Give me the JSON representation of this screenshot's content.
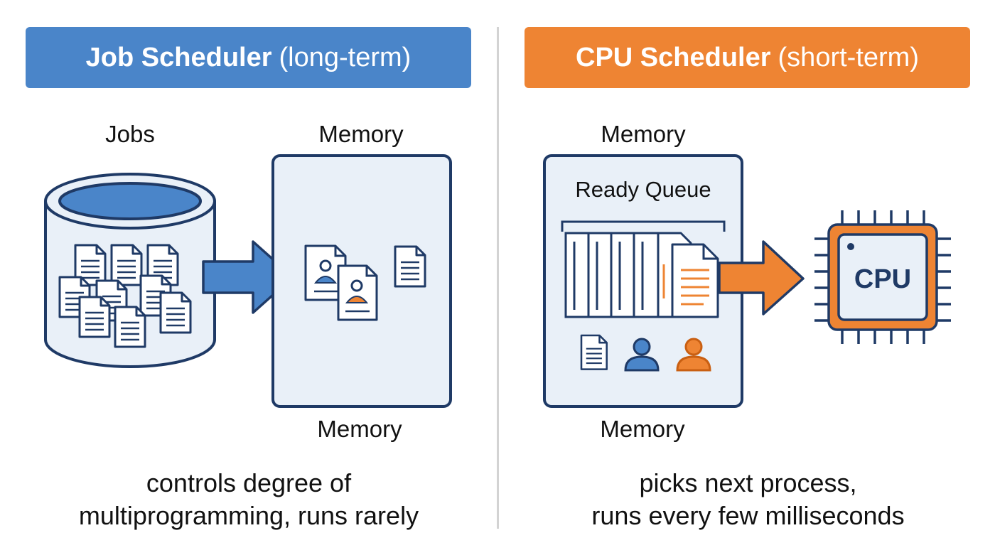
{
  "left": {
    "banner": {
      "title": "Job Scheduler",
      "suffix": "(long-term)",
      "color": "#4a85c9"
    },
    "jobs_label": "Jobs",
    "memory_top_label": "Memory",
    "memory_bottom_label": "Memory",
    "caption_line1": "controls degree of",
    "caption_line2": "multiprogramming, runs rarely"
  },
  "right": {
    "banner": {
      "title": "CPU Scheduler",
      "suffix": "(short-term)",
      "color": "#ee8433"
    },
    "memory_top_label": "Memory",
    "ready_queue_label": "Ready Queue",
    "cpu_label": "CPU",
    "memory_bottom_label": "Memory",
    "caption_line1": "picks next process,",
    "caption_line2": "runs every few milliseconds"
  },
  "colors": {
    "blue": "#4a85c9",
    "orange": "#ee8433",
    "navy": "#1f3a66",
    "panel": "#e9f0f8"
  },
  "icons": [
    "database-icon",
    "document-icon",
    "user-icon",
    "arrow-right-icon",
    "cpu-chip-icon"
  ]
}
